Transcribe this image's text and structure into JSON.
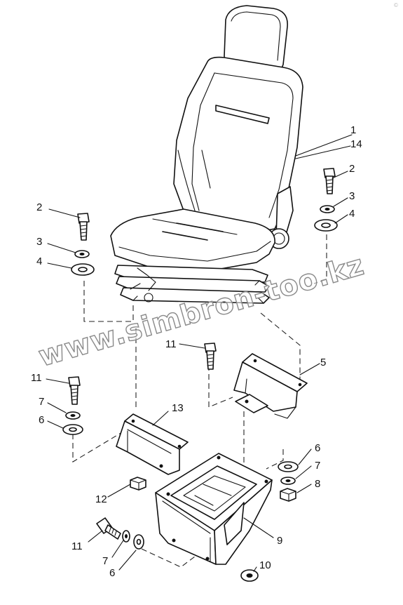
{
  "watermark": "www.simbron-too.kz",
  "corner_mark": "©",
  "callouts": [
    "1",
    "14",
    "2",
    "3",
    "4",
    "2",
    "3",
    "4",
    "5",
    "11",
    "11",
    "7",
    "6",
    "13",
    "6",
    "7",
    "8",
    "12",
    "9",
    "11",
    "7",
    "6",
    "10"
  ]
}
